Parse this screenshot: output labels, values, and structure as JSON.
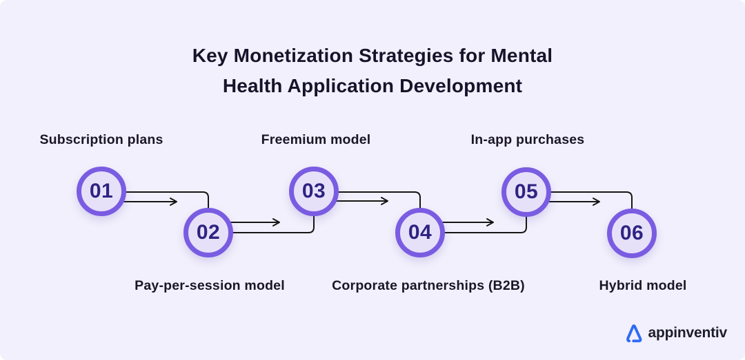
{
  "title": {
    "line1": "Key Monetization Strategies for Mental",
    "line2": "Health Application Development"
  },
  "steps": [
    {
      "number": "01",
      "label": "Subscription plans",
      "label_position": "above"
    },
    {
      "number": "02",
      "label": "Pay-per-session model",
      "label_position": "below"
    },
    {
      "number": "03",
      "label": "Freemium model",
      "label_position": "above"
    },
    {
      "number": "04",
      "label": "Corporate partnerships (B2B)",
      "label_position": "below"
    },
    {
      "number": "05",
      "label": "In-app purchases",
      "label_position": "above"
    },
    {
      "number": "06",
      "label": "Hybrid model",
      "label_position": "below"
    }
  ],
  "branding": {
    "logo_text": "appinventiv",
    "logo_icon": "appinventiv-a-icon",
    "logo_icon_color": "#2E6BF5"
  },
  "colors": {
    "background": "#F2F0FC",
    "circle_ring": "#7A5CE2",
    "circle_fill": "#E6E1F9",
    "number_text": "#2E2382",
    "label_text": "#1A1628",
    "connector": "#151515"
  }
}
